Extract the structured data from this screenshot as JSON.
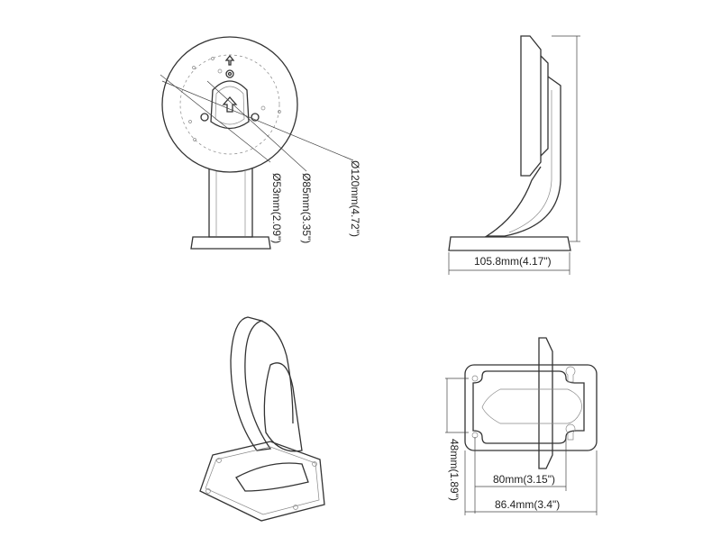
{
  "dimensions": {
    "diameter_120": "Ø120mm(4.72\")",
    "diameter_85": "Ø85mm(3.35\")",
    "diameter_53": "Ø53mm(2.09\")",
    "depth": "105.8mm(4.17\")",
    "hole_height": "48mm(1.89\")",
    "hole_width": "80mm(3.15\")",
    "base_width": "86.4mm(3.4\")"
  }
}
